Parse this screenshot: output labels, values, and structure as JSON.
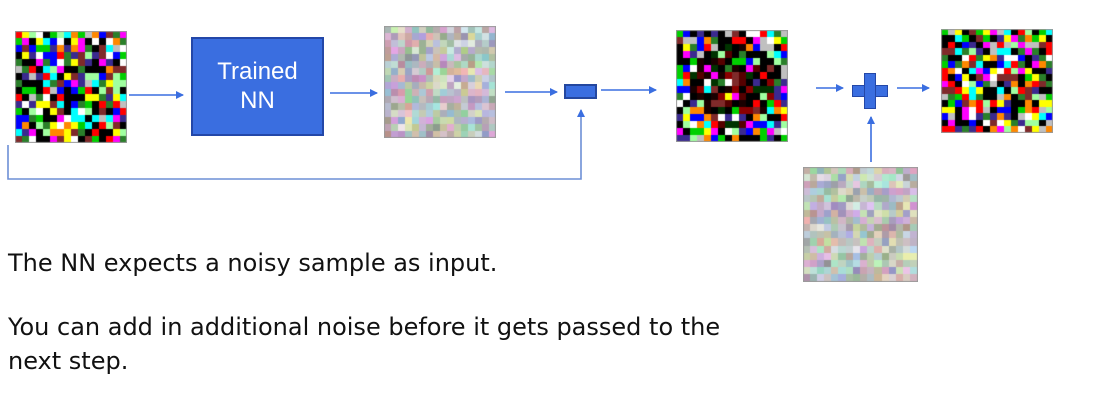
{
  "diagram": {
    "nn_box": {
      "line1": "Trained",
      "line2": "NN"
    },
    "colors": {
      "accent": "#3a6ee0",
      "accent_border": "#2347a8",
      "arrow": "#3a6ee0",
      "feedback_line": "#6d8fd6"
    },
    "tiles": [
      {
        "id": "input-noisy-sample",
        "style": "vivid",
        "seed": 11
      },
      {
        "id": "predicted-noise",
        "style": "pastel",
        "seed": 23
      },
      {
        "id": "denoised-sample",
        "style": "vivid-dark-center",
        "seed": 37
      },
      {
        "id": "output-sample",
        "style": "vivid",
        "seed": 53
      },
      {
        "id": "additional-noise",
        "style": "pastel",
        "seed": 71
      }
    ]
  },
  "captions": {
    "line1": "The NN expects a noisy sample as input.",
    "line2": "You can add in additional noise before it gets passed to the next step."
  }
}
